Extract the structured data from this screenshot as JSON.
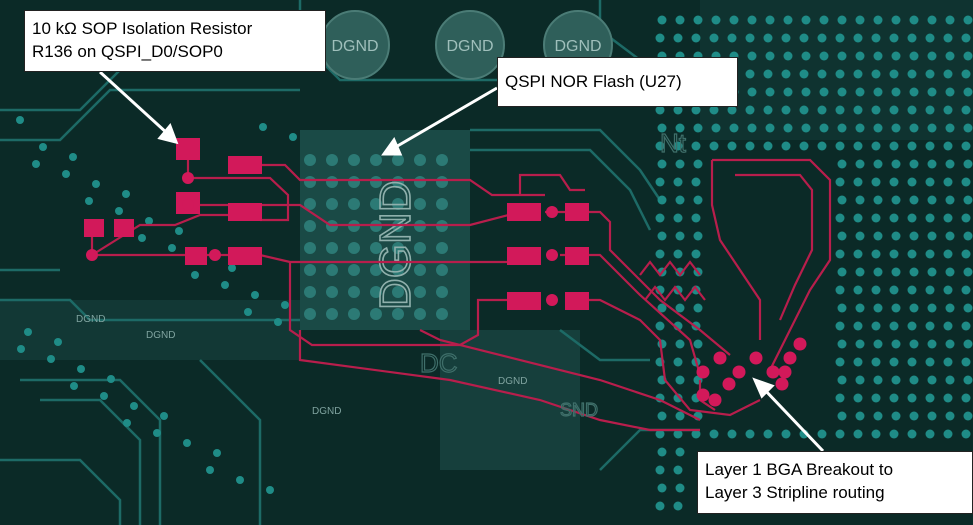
{
  "colors": {
    "board": "#0b2a27",
    "copper_fill": "#2f5f5a",
    "inner_trace": "#1d6a66",
    "top_trace": "#c0204f",
    "pad": "#d2195a",
    "via": "#1f8c87",
    "silk": "#7fa39f"
  },
  "callouts": {
    "resistor": "10 kΩ SOP Isolation Resistor\nR136 on QSPI_D0/SOP0",
    "flash": "QSPI NOR Flash (U27)",
    "bga": "Layer 1 BGA Breakout to\nLayer 3 Stripline routing"
  },
  "silkscreen": {
    "dgnd": "DGND",
    "dc": "DC",
    "nt": "Nt",
    "snd": "SND"
  }
}
